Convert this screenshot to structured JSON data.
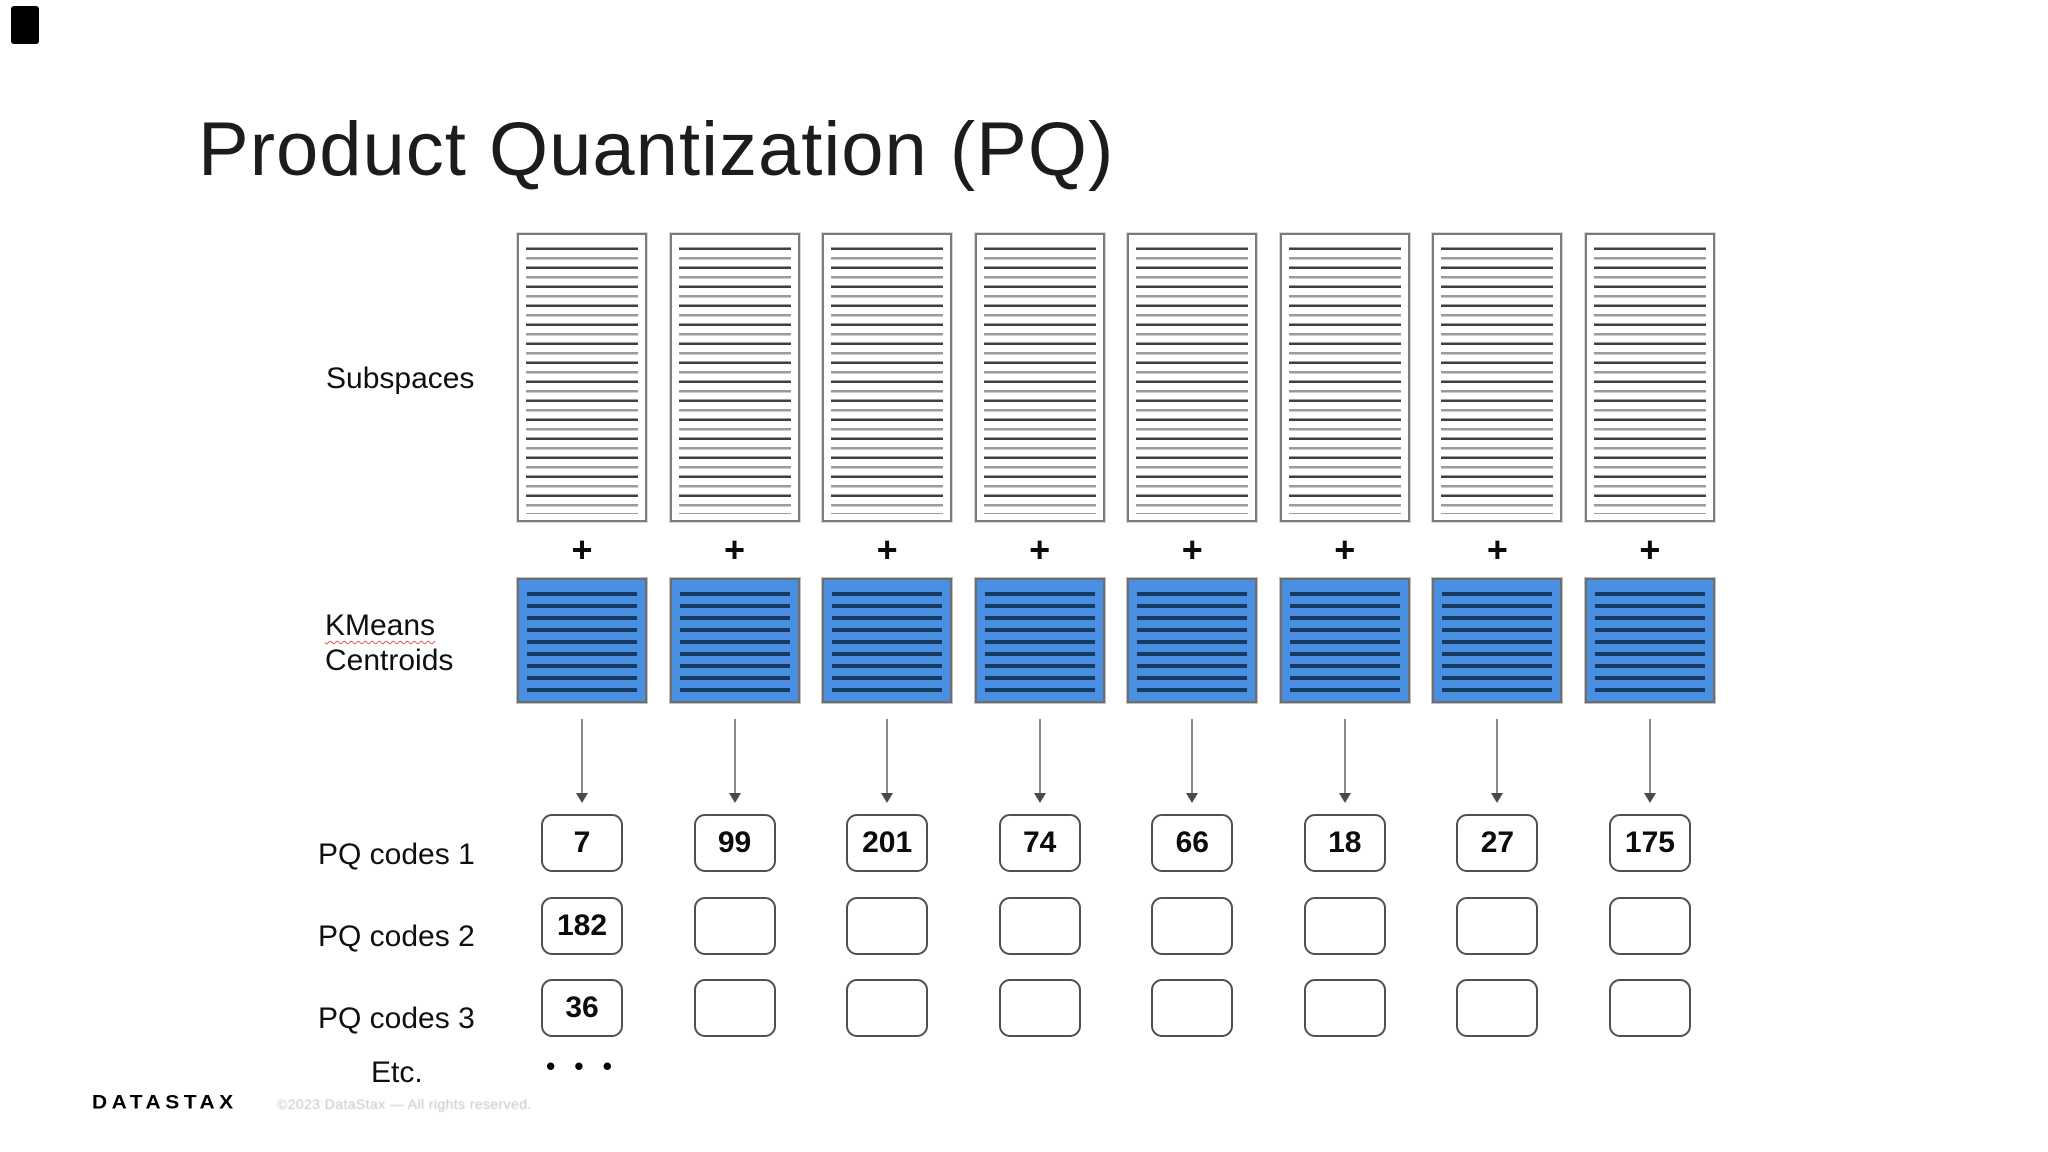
{
  "slide": {
    "title": "Product Quantization (PQ)",
    "labels": {
      "subspaces": "Subspaces",
      "kmeans": "KMeans",
      "centroids": "Centroids",
      "pq_rows": [
        "PQ codes 1",
        "PQ codes 2",
        "PQ codes 3"
      ],
      "etc": "Etc.",
      "plus": "+",
      "ellipsis": "• • •"
    },
    "diagram": {
      "num_columns": 8,
      "pq_code_rows": [
        [
          "7",
          "99",
          "201",
          "74",
          "66",
          "18",
          "27",
          "175"
        ],
        [
          "182",
          "",
          "",
          "",
          "",
          "",
          "",
          ""
        ],
        [
          "36",
          "",
          "",
          "",
          "",
          "",
          "",
          ""
        ]
      ]
    },
    "footer": {
      "logo_text": "DATASTAX",
      "copyright": "©2023 DataStax — All rights reserved."
    },
    "colors": {
      "centroid_fill": "#4a90e2",
      "centroid_stripe": "#173a63",
      "subspace_line_dark": "#3f3f3f",
      "subspace_line_light": "#9a9a9a"
    }
  }
}
